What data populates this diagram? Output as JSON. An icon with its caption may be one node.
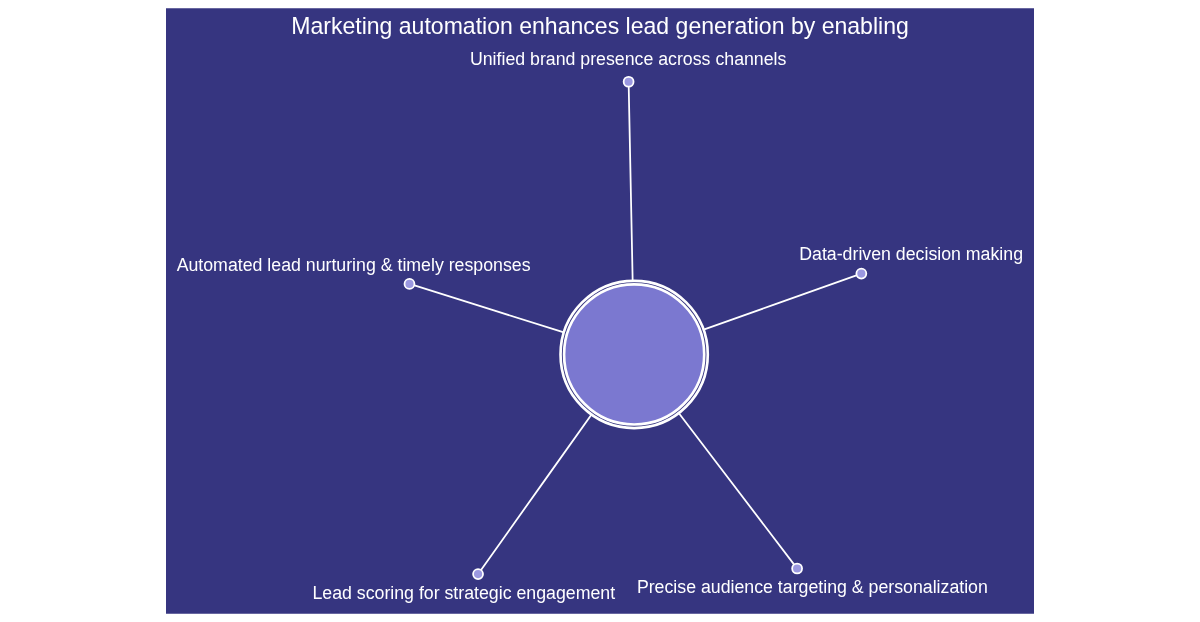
{
  "diagram": {
    "title": "Marketing automation enhances lead generation by enabling",
    "nodes": [
      {
        "text": [
          "Lead scoring for strategic engagement"
        ]
      },
      {
        "text": [
          "Precise audience targeting & personalization"
        ]
      },
      {
        "text": [],
        "shape": "gear"
      },
      {
        "text": [
          "Unified brand presence across channels"
        ]
      },
      {
        "text": [
          "Data-driven decision making"
        ]
      },
      {
        "text": [
          "Automated lead nurturing & timely responses"
        ]
      }
    ],
    "edges": [
      {
        "from": 0,
        "to": 2,
        "arrow": "other"
      },
      {
        "from": 1,
        "to": 2,
        "arrow": "other"
      },
      {
        "from": 3,
        "to": 2,
        "arrow": "other"
      },
      {
        "from": 4,
        "to": 2,
        "arrow": "other"
      },
      {
        "from": 5,
        "to": 2,
        "arrow": "other"
      }
    ]
  }
}
